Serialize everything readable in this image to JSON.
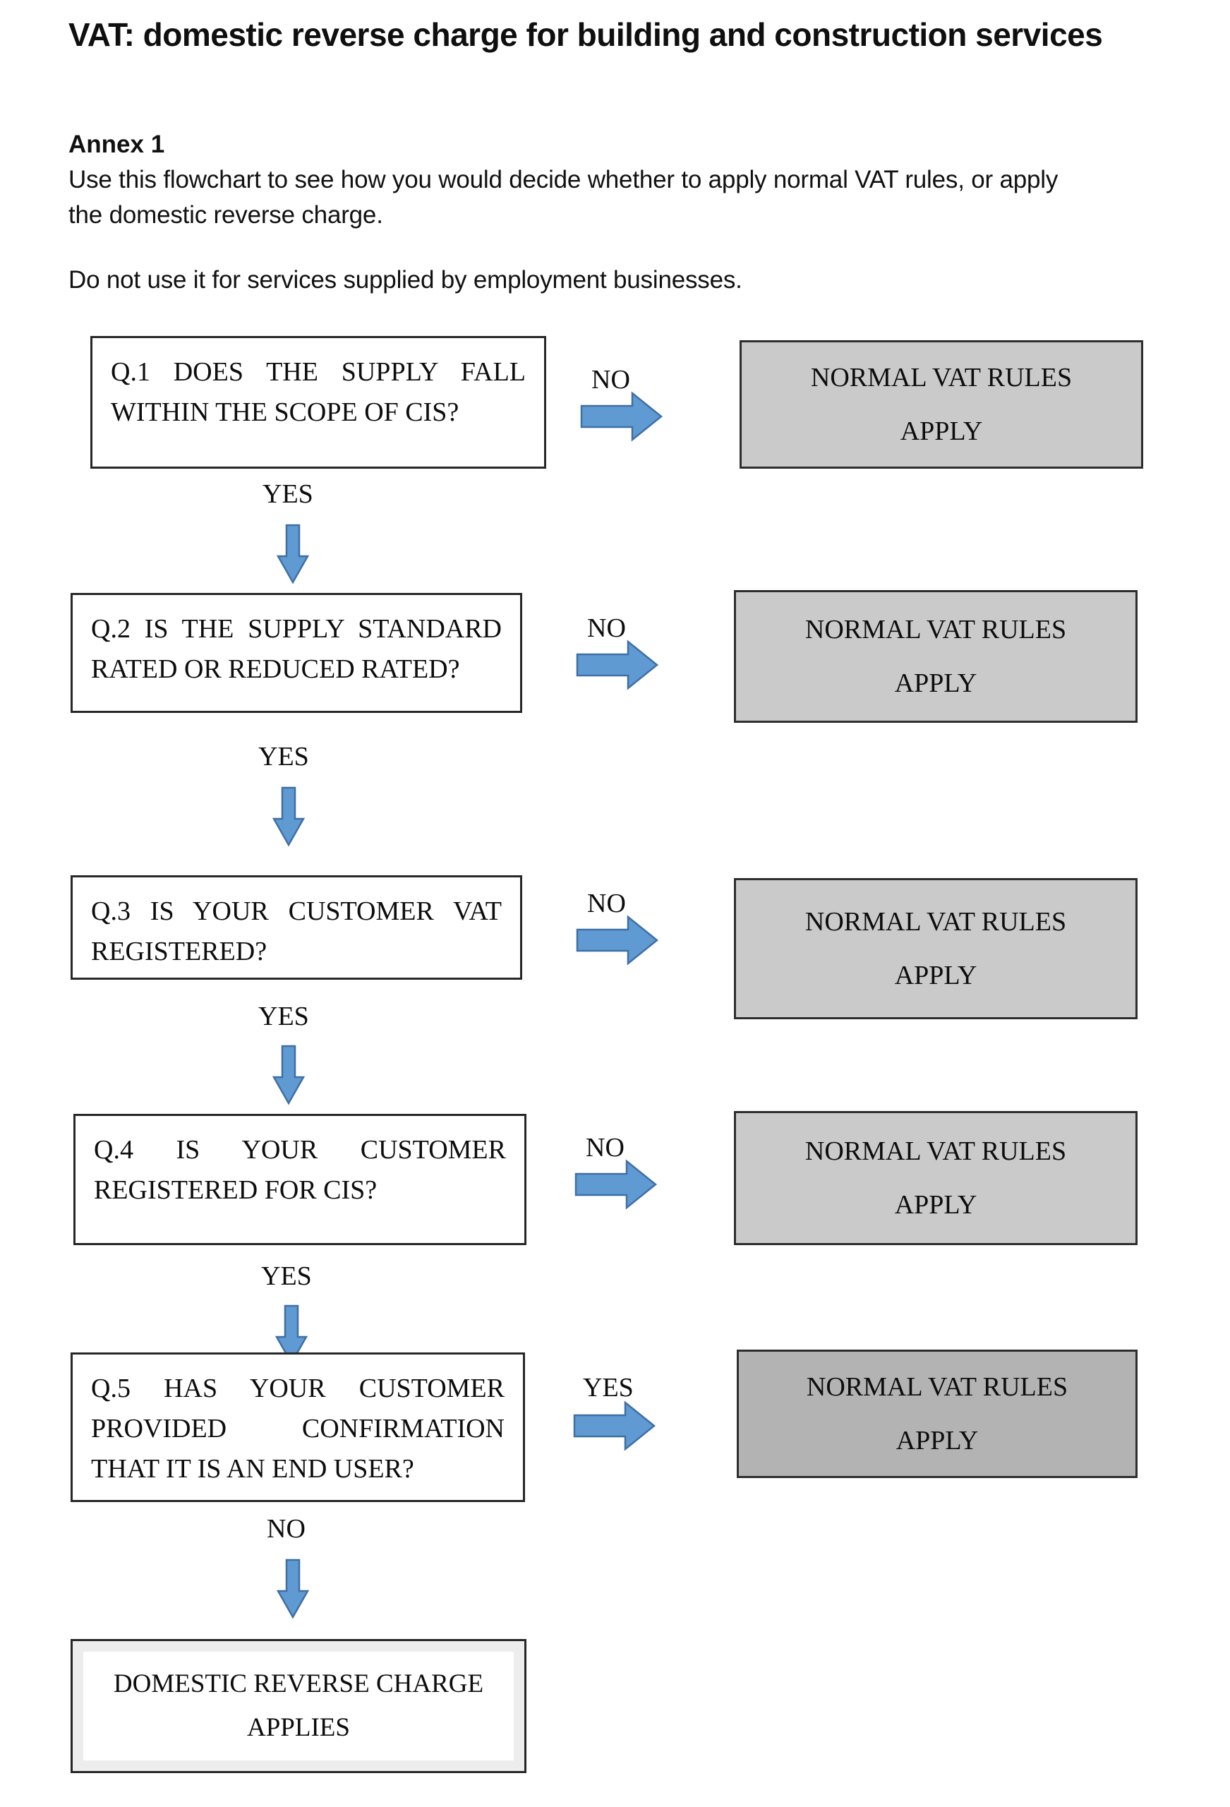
{
  "document": {
    "title": "VAT: domestic reverse charge for building and construction services",
    "annex_label": "Annex 1",
    "intro": "Use this flowchart to see how you would decide whether to apply normal VAT rules, or apply the domestic reverse charge.",
    "note": "Do not use it for services supplied by employment businesses."
  },
  "flowchart": {
    "steps": [
      {
        "id": "Q.1",
        "question": "Q.1 DOES THE SUPPLY FALL WITHIN THE SCOPE OF CIS?",
        "branch_label": "NO",
        "branch_result": "NORMAL VAT RULES APPLY",
        "continue_label": "YES"
      },
      {
        "id": "Q.2",
        "question": "Q.2 IS THE SUPPLY STANDARD RATED OR REDUCED RATED?",
        "branch_label": "NO",
        "branch_result": "NORMAL VAT RULES APPLY",
        "continue_label": "YES"
      },
      {
        "id": "Q.3",
        "question": "Q.3 IS YOUR CUSTOMER VAT REGISTERED?",
        "branch_label": "NO",
        "branch_result": "NORMAL VAT RULES APPLY",
        "continue_label": "YES"
      },
      {
        "id": "Q.4",
        "question": "Q.4 IS YOUR CUSTOMER REGISTERED FOR CIS?",
        "branch_label": "NO",
        "branch_result": "NORMAL VAT RULES APPLY",
        "continue_label": "YES"
      },
      {
        "id": "Q.5",
        "question": "Q.5 HAS YOUR CUSTOMER PROVIDED CONFIRMATION THAT IT IS AN END USER?",
        "branch_label": "YES",
        "branch_result": "NORMAL VAT RULES APPLY",
        "continue_label": "NO"
      }
    ],
    "final_result": "DOMESTIC REVERSE CHARGE APPLIES"
  },
  "colors": {
    "result_box_fill": "#cacaca",
    "result_box_fill_dark": "#b3b3b3",
    "box_border": "#272727",
    "arrow_fill": "#5f9ad3",
    "arrow_stroke": "#3f6fa5",
    "text": "#0d0d0d",
    "background": "#ffffff"
  }
}
